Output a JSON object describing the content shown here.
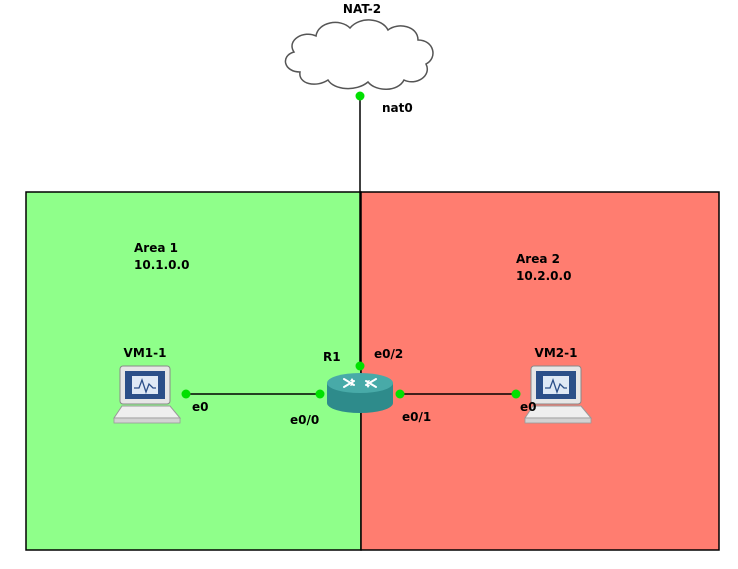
{
  "colors": {
    "area1_fill": "#8fff8a",
    "area2_fill": "#ff7d70",
    "area_border": "#000000",
    "link": "#000000",
    "port_dot": "#00e000",
    "router_body": "#2e8b8b",
    "router_top": "#48aaa8",
    "cloud_fill": "#ffffff",
    "cloud_stroke": "#555555"
  },
  "areas": [
    {
      "name": "Area 1",
      "network": "10.1.0.0"
    },
    {
      "name": "Area 2",
      "network": "10.2.0.0"
    }
  ],
  "nodes": {
    "cloud": {
      "label": "NAT-2",
      "icon": "cloud-icon"
    },
    "router": {
      "label": "R1",
      "icon": "router-icon"
    },
    "vm1": {
      "label": "VM1-1",
      "icon": "computer-icon"
    },
    "vm2": {
      "label": "VM2-1",
      "icon": "computer-icon"
    }
  },
  "ports": {
    "cloud_nat0": "nat0",
    "r1_e0_2": "e0/2",
    "r1_e0_0": "e0/0",
    "r1_e0_1": "e0/1",
    "vm1_e0": "e0",
    "vm2_e0": "e0"
  },
  "links": [
    {
      "from": "NAT-2",
      "from_port": "nat0",
      "to": "R1",
      "to_port": "e0/2"
    },
    {
      "from": "VM1-1",
      "from_port": "e0",
      "to": "R1",
      "to_port": "e0/0"
    },
    {
      "from": "R1",
      "from_port": "e0/1",
      "to": "VM2-1",
      "to_port": "e0"
    }
  ]
}
